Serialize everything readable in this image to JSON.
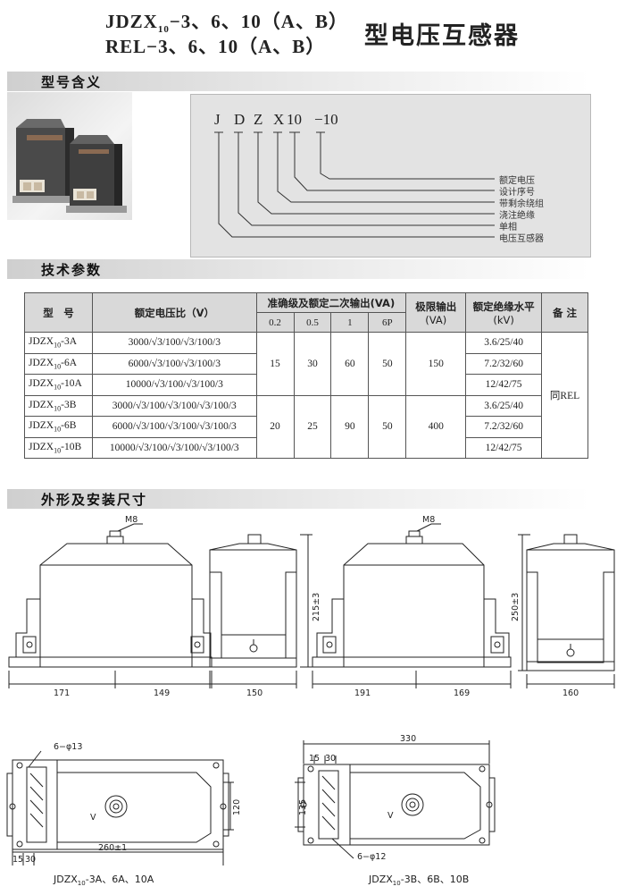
{
  "header": {
    "title_line1_prefix": "JDZX",
    "title_line1_sub": "10",
    "title_line1_suffix": "−3、6、10（A、B）",
    "title_line2": "REL−3、6、10（A、B）",
    "title_cn": "型电压互感器"
  },
  "sections": {
    "model_meaning": "型号含义",
    "tech_params": "技术参数",
    "dimensions": "外形及安装尺寸"
  },
  "model_code": {
    "letters": [
      "J",
      "D",
      "Z",
      "X",
      "10",
      "−10"
    ],
    "meanings": [
      "额定电压",
      "设计序号",
      "带剩余绕组",
      "浇注绝缘",
      "单相",
      "电压互感器"
    ]
  },
  "table": {
    "headers": {
      "model": "型　号",
      "ratio": "额定电压比（V）",
      "accuracy": "准确级及额定二次输出(VA)",
      "limit_line1": "极限输出",
      "limit_line2": "(VA)",
      "insulation_line1": "额定绝缘水平",
      "insulation_line2": "(kV)",
      "remark": "备 注"
    },
    "accuracy_classes": [
      "0.2",
      "0.5",
      "1",
      "6P"
    ],
    "rows": [
      {
        "model_prefix": "JDZX",
        "model_sub": "10",
        "model_suffix": "-3A",
        "ratio": "3000/√3/100/√3/100/3",
        "insulation": "3.6/25/40"
      },
      {
        "model_prefix": "JDZX",
        "model_sub": "10",
        "model_suffix": "-6A",
        "ratio": "6000/√3/100/√3/100/3",
        "insulation": "7.2/32/60"
      },
      {
        "model_prefix": "JDZX",
        "model_sub": "10",
        "model_suffix": "-10A",
        "ratio": "10000/√3/100/√3/100/3",
        "insulation": "12/42/75"
      },
      {
        "model_prefix": "JDZX",
        "model_sub": "10",
        "model_suffix": "-3B",
        "ratio": "3000/√3/100/√3/100/√3/100/3",
        "insulation": "3.6/25/40"
      },
      {
        "model_prefix": "JDZX",
        "model_sub": "10",
        "model_suffix": "-6B",
        "ratio": "6000/√3/100/√3/100/√3/100/3",
        "insulation": "7.2/32/60"
      },
      {
        "model_prefix": "JDZX",
        "model_sub": "10",
        "model_suffix": "-10B",
        "ratio": "10000/√3/100/√3/100/√3/100/3",
        "insulation": "12/42/75"
      }
    ],
    "group_a": {
      "v02": "15",
      "v05": "30",
      "v1": "60",
      "v6p": "50",
      "limit": "150"
    },
    "group_b": {
      "v02": "20",
      "v05": "25",
      "v1": "90",
      "v6p": "50",
      "limit": "400"
    },
    "remark_value": "同REL"
  },
  "drawings": {
    "bolt_a": "M8",
    "bolt_b": "M8",
    "dim_171": "171",
    "dim_149": "149",
    "dim_150": "150",
    "dim_215": "215±3",
    "dim_191": "191",
    "dim_169": "169",
    "dim_160": "160",
    "dim_250": "250±3",
    "hole_a": "6−φ13",
    "dim_120": "120",
    "dim_260": "260±1",
    "dim_15a": "15",
    "dim_30a": "30",
    "dim_330": "330",
    "dim_15b": "15",
    "dim_30b": "30",
    "dim_135": "135",
    "hole_b": "6−φ12",
    "v_mark": "V",
    "caption_a_prefix": "JDZX",
    "caption_a_sub": "10",
    "caption_a_suffix": "-3A、6A、10A",
    "caption_b_prefix": "JDZX",
    "caption_b_sub": "10",
    "caption_b_suffix": "-3B、6B、10B"
  }
}
